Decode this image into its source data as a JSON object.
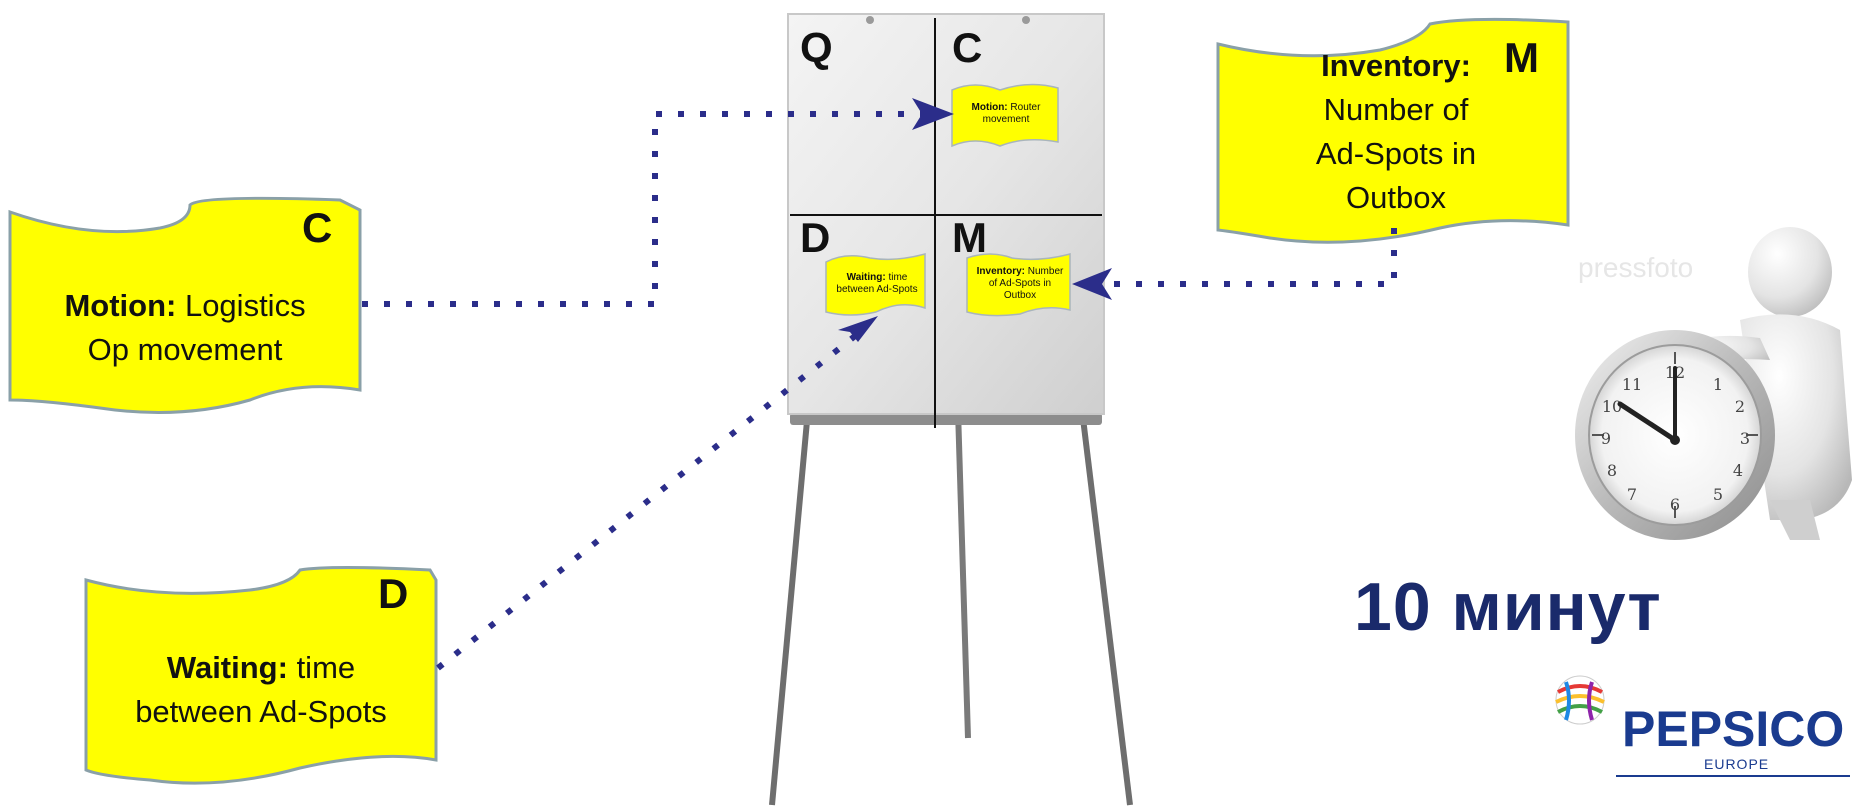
{
  "flipchart": {
    "quadrants": {
      "top_left": "Q",
      "top_right": "C",
      "bottom_left": "D",
      "bottom_right": "M"
    },
    "notes": {
      "motion": {
        "bold": "Motion:",
        "text": "Router movement"
      },
      "waiting": {
        "bold": "Waiting:",
        "text": "time between Ad-Spots"
      },
      "inventory": {
        "bold": "Inventory:",
        "text": "Number of Ad-Spots in Outbox"
      }
    }
  },
  "cards": {
    "motion": {
      "letter": "C",
      "bold": "Motion:",
      "line1": "Logistics",
      "line2": "Op movement"
    },
    "waiting": {
      "letter": "D",
      "bold": "Waiting:",
      "line1": "time",
      "line2": "between Ad-Spots"
    },
    "inventory": {
      "letter": "M",
      "bold": "Inventory:",
      "line1": "Number of",
      "line2": "Ad-Spots in",
      "line3": "Outbox"
    }
  },
  "timer": {
    "label": "10 минут"
  },
  "logo": {
    "name": "PEPSICO",
    "region": "EUROPE"
  },
  "watermark": {
    "text": "pressfoto"
  },
  "colors": {
    "card_fill": "#ffff00",
    "card_border": "#8aa0a8",
    "connector": "#2b2d8a",
    "timer_text": "#1a2a6b",
    "logo_blue": "#1a3b8f"
  }
}
